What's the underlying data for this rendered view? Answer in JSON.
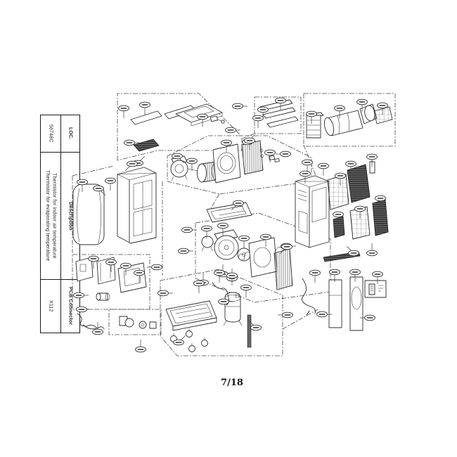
{
  "page": {
    "sheet_label": "7/18"
  },
  "info_table": {
    "loc_header": "LOC.",
    "loc_value": "56748C",
    "description_header": "Description",
    "description_values": [
      "Thermistor for indoor air temperature",
      "Thermistor for evaporating temperature"
    ],
    "pcb_header": "PCB Connector",
    "pcb_value": "X112"
  },
  "diagram": {
    "assembly_boxes": [
      "167,228 167,133 283,133 344,194 344,214 225,214",
      "362,138 428,138 428,190 362,190",
      "432,133 562,133 562,208 432,208",
      "238,222 296,193 380,193 443,224 443,258 312,276 238,258",
      "278,317 368,303 470,340 470,415 362,430 278,396",
      "103,362 213,362 213,440 103,440",
      "155,440 229,440 229,476 155,476",
      "228,399 312,383 402,420 402,506 252,506 228,478"
    ],
    "connector_lines": [
      "312,276 300,296",
      "432,206 450,252",
      "231,258 231,392",
      "402,468 452,440",
      "362,190 345,197",
      "103,250 103,360",
      "103,250 162,236"
    ],
    "balloons": [
      [
        176,
        154,
        "s"
      ],
      [
        206,
        149,
        "s"
      ],
      [
        288,
        166,
        "s"
      ],
      [
        184,
        203,
        "e"
      ],
      [
        196,
        232,
        "ne"
      ],
      [
        338,
        151,
        "e"
      ],
      [
        328,
        185,
        "e"
      ],
      [
        352,
        202,
        "ne"
      ],
      [
        399,
        143,
        "s"
      ],
      [
        374,
        156,
        "s"
      ],
      [
        367,
        168,
        "s"
      ],
      [
        443,
        162,
        "s"
      ],
      [
        483,
        154,
        "s"
      ],
      [
        515,
        145,
        "s"
      ],
      [
        544,
        150,
        "s"
      ],
      [
        252,
        222,
        "se"
      ],
      [
        273,
        229,
        "s"
      ],
      [
        322,
        203,
        "s"
      ],
      [
        355,
        200,
        "s"
      ],
      [
        384,
        217,
        "s"
      ],
      [
        406,
        219,
        "w"
      ],
      [
        188,
        233,
        "sw"
      ],
      [
        117,
        259,
        "s"
      ],
      [
        140,
        268,
        "se"
      ],
      [
        157,
        257,
        "s"
      ],
      [
        437,
        231,
        "s"
      ],
      [
        460,
        236,
        "s"
      ],
      [
        434,
        247,
        "s"
      ],
      [
        499,
        233,
        "s"
      ],
      [
        529,
        223,
        "s"
      ],
      [
        484,
        250,
        "s"
      ],
      [
        512,
        297,
        "s"
      ],
      [
        541,
        282,
        "s"
      ],
      [
        481,
        305,
        "s"
      ],
      [
        407,
        350,
        "e"
      ],
      [
        503,
        360,
        "nw"
      ],
      [
        529,
        360,
        "n"
      ],
      [
        266,
        327,
        "e"
      ],
      [
        294,
        325,
        "s"
      ],
      [
        317,
        321,
        "s"
      ],
      [
        347,
        339,
        "s"
      ],
      [
        378,
        337,
        "s"
      ],
      [
        408,
        351,
        "sw"
      ],
      [
        261,
        357,
        "e"
      ],
      [
        317,
        390,
        "n"
      ],
      [
        330,
        396,
        "n"
      ],
      [
        289,
        402,
        "n"
      ],
      [
        339,
        289,
        "sw"
      ],
      [
        133,
        368,
        "s"
      ],
      [
        158,
        373,
        "s"
      ],
      [
        179,
        378,
        "s"
      ],
      [
        198,
        388,
        "s"
      ],
      [
        223,
        380,
        "w"
      ],
      [
        112,
        420,
        "e"
      ],
      [
        116,
        440,
        "e"
      ],
      [
        139,
        472,
        "n"
      ],
      [
        200,
        497,
        "n"
      ],
      [
        232,
        417,
        "e"
      ],
      [
        283,
        403,
        "s"
      ],
      [
        312,
        388,
        "s"
      ],
      [
        330,
        392,
        "s"
      ],
      [
        350,
        409,
        "s"
      ],
      [
        318,
        429,
        "e"
      ],
      [
        254,
        487,
        "ne"
      ],
      [
        409,
        448,
        "w"
      ],
      [
        364,
        466,
        "nw"
      ],
      [
        448,
        388,
        "s"
      ],
      [
        476,
        387,
        "s"
      ],
      [
        505,
        387,
        "s"
      ],
      [
        537,
        390,
        "s"
      ],
      [
        458,
        447,
        "e"
      ],
      [
        526,
        452,
        "w"
      ]
    ]
  }
}
